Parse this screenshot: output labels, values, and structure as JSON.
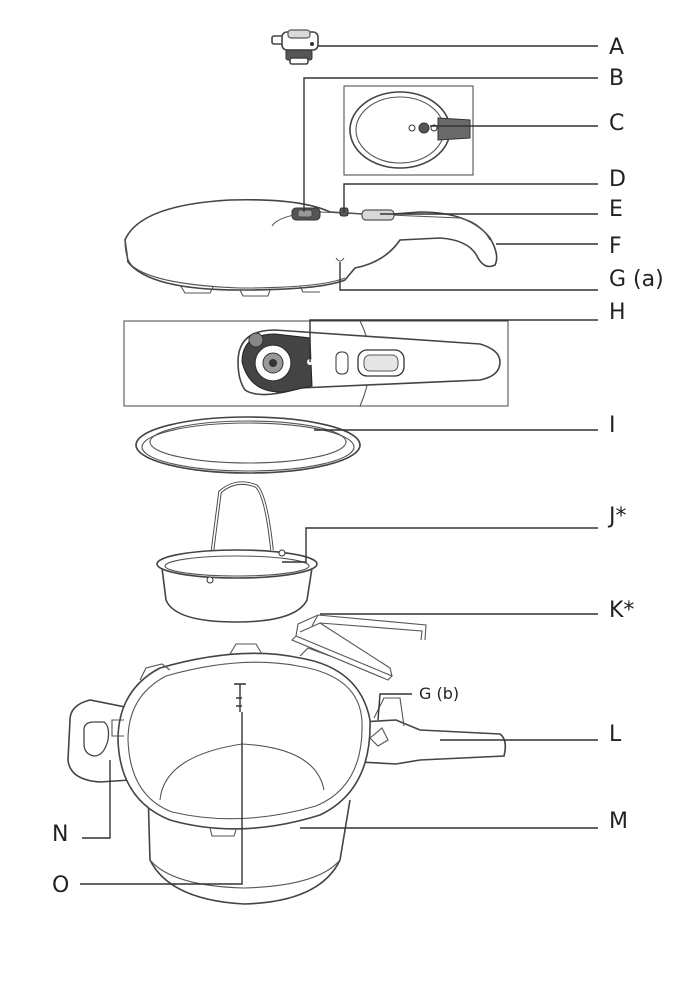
{
  "labels": {
    "a": "A",
    "b": "B",
    "c": "C",
    "d": "D",
    "e": "E",
    "f": "F",
    "g_a": "G (a)",
    "h": "H",
    "i": "I",
    "j": "J*",
    "k": "K*",
    "g_b": "G (b)",
    "l": "L",
    "m": "M",
    "n": "N",
    "o": "O"
  },
  "colors": {
    "line": "#333333",
    "dark_part": "#555555",
    "grey_part": "#d8d8d8"
  }
}
